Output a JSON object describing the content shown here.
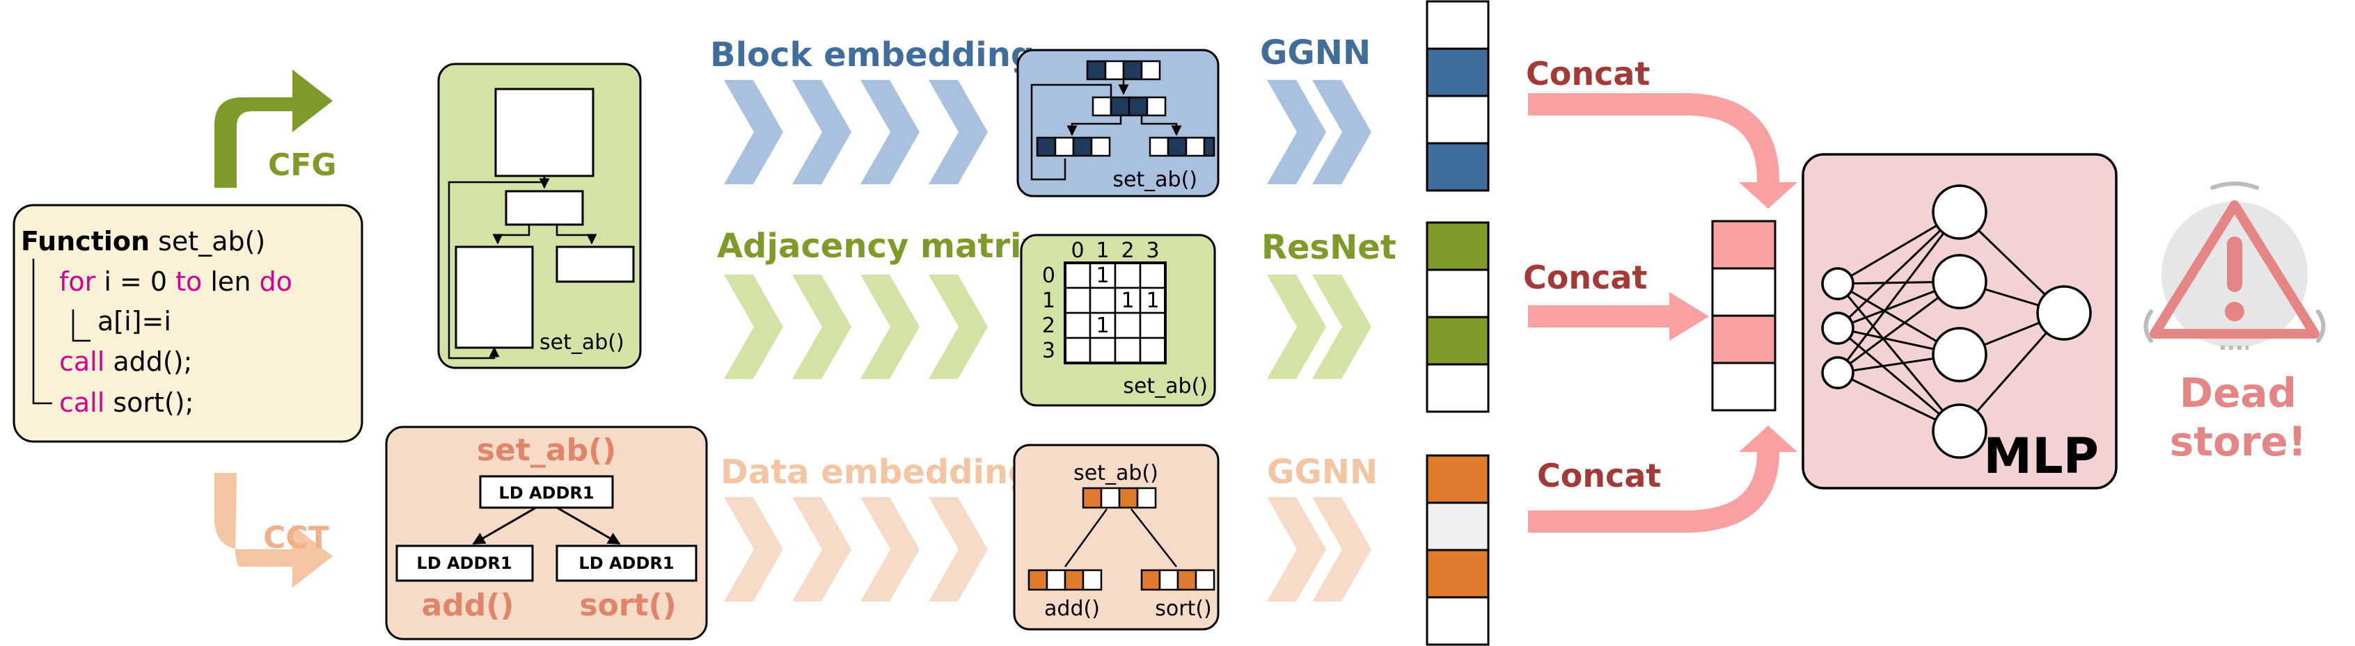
{
  "code": {
    "line1_bold": "Function",
    "line1_rest": " set_ab()",
    "line2_kw1": "for",
    "line2_mid": " i = 0 ",
    "line2_kw2": "to",
    "line2_mid2": " len ",
    "line2_kw3": "do",
    "line3": "a[i]=i",
    "line4_kw": "call",
    "line4_rest": " add();",
    "line5_kw": "call",
    "line5_rest": " sort();"
  },
  "branches": {
    "cfg": "CFG",
    "cct": "CCT"
  },
  "cfg_box": {
    "label": "set_ab()"
  },
  "cct_box": {
    "title": "set_ab()",
    "root_node": "LD ADDR1",
    "left_node": "LD ADDR1",
    "right_node": "LD ADDR1",
    "left_label": "add()",
    "right_label": "sort()"
  },
  "rows": {
    "block": {
      "title": "Block embedding",
      "box_label": "set_ab()",
      "net": "GGNN",
      "color": "#3f6d9c"
    },
    "adj": {
      "title": "Adjacency matrix",
      "box_label": "set_ab()",
      "net": "ResNet",
      "color": "#7f9a28",
      "col_headers": [
        "0",
        "1",
        "2",
        "3"
      ],
      "row_headers": [
        "0",
        "1",
        "2",
        "3"
      ],
      "cells": [
        [
          "",
          "1",
          "",
          ""
        ],
        [
          "",
          "",
          "1",
          "1"
        ],
        [
          "",
          "1",
          "",
          ""
        ],
        [
          "",
          "",
          "",
          ""
        ]
      ]
    },
    "data": {
      "title": "Data embedding",
      "box_top": "set_ab()",
      "box_left": "add()",
      "box_right": "sort()",
      "net": "GGNN",
      "color": "#e07a2c"
    }
  },
  "concat": [
    "Concat",
    "Concat",
    "Concat"
  ],
  "mlp": {
    "label": "MLP"
  },
  "result": {
    "line1": "Dead",
    "line2": "store!"
  },
  "colors": {
    "blue": "#3f6d9c",
    "blue_light": "#a9c1de",
    "green": "#7f9a28",
    "green_light": "#d3e3a6",
    "orange": "#e07a2c",
    "peach": "#f6dcc8",
    "pink": "#f8a0a2",
    "concat_red": "#a33a38",
    "mlp_bg": "#f2d2d2",
    "code_bg": "#fbf1d6"
  }
}
